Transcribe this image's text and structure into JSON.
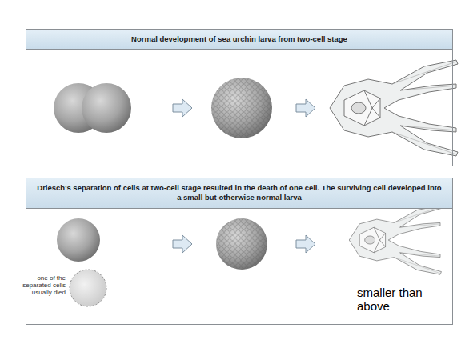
{
  "diagram": {
    "nodes": [
      {
        "text": [
          "Normal development of sea urchin larva from two-cell stage"
        ]
      },
      {
        "text": [
          "Driesch's separation of cells at two-cell stage resulted in the death of one cell. The surviving cell developed into a small but otherwise normal larva"
        ]
      }
    ],
    "labels": [
      "one of the separated cells usually died",
      "smaller than above"
    ]
  }
}
